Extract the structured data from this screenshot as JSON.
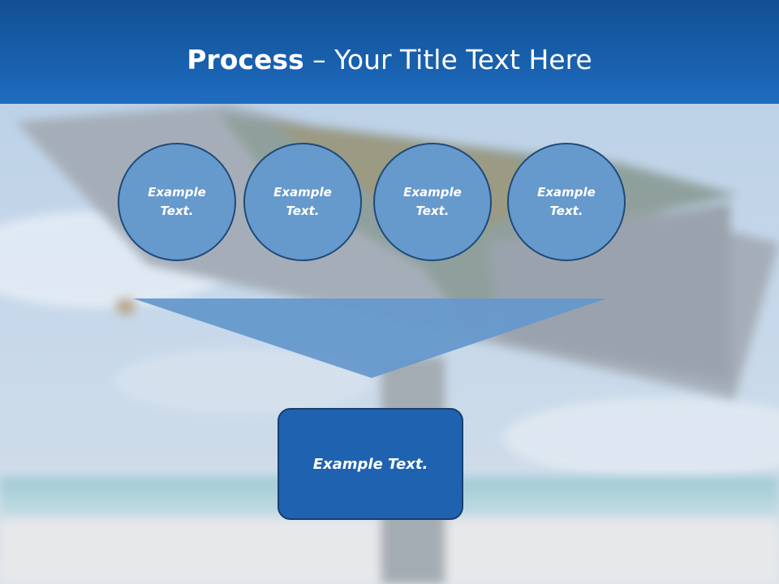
{
  "title": {
    "bold": "Process",
    "rest": " – Your Title Text Here"
  },
  "circles": [
    {
      "line1": "Example",
      "line2": "Text."
    },
    {
      "line1": "Example",
      "line2": "Text."
    },
    {
      "line1": "Example",
      "line2": "Text."
    },
    {
      "line1": "Example",
      "line2": "Text."
    }
  ],
  "result": {
    "label": "Example Text."
  },
  "colors": {
    "header": "#1a63b2",
    "circle_fill": "#6699cc",
    "circle_border": "#1f4a7a",
    "funnel_fill": "#6699cc",
    "result_fill": "#1f63b0",
    "result_border": "#173f6e",
    "text": "#ffffff"
  }
}
